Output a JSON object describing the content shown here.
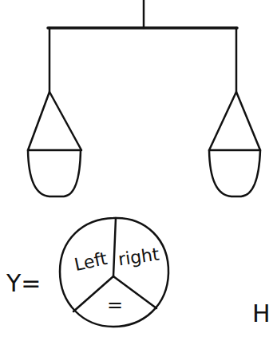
{
  "diagram": {
    "nodes": [
      {
        "text": [
          "Left",
          "right",
          "="
        ]
      }
    ],
    "labels": [
      "Y=",
      "H"
    ]
  }
}
